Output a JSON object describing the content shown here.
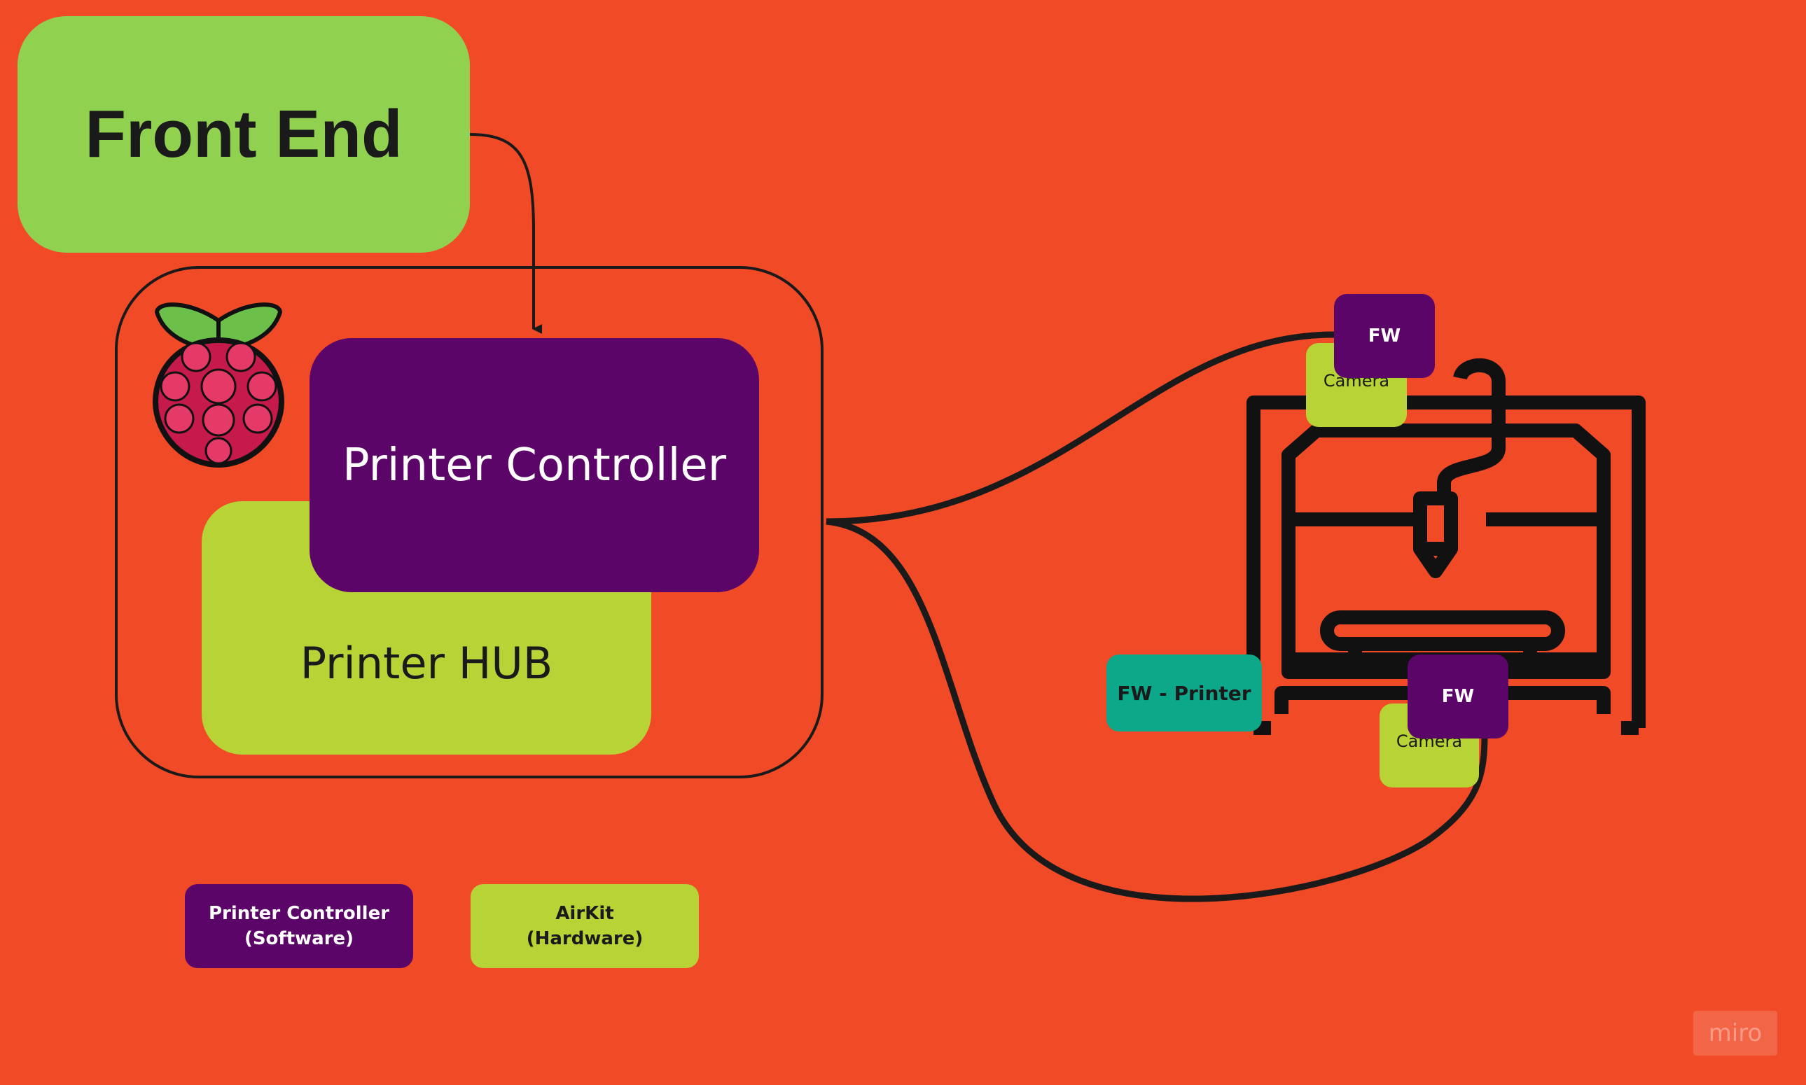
{
  "diagram": {
    "front_end": "Front End",
    "printer_controller": "Printer Controller",
    "printer_hub": "Printer HUB",
    "fw_top": "FW",
    "camera_top": "Camera",
    "fw_printer": "FW - Printer",
    "fw_bottom": "FW",
    "camera_bottom": "Camera"
  },
  "legend": {
    "software_line1": "Printer Controller",
    "software_line2": "(Software)",
    "hardware_line1": "AirKit",
    "hardware_line2": "(Hardware)"
  },
  "watermark": "miro",
  "colors": {
    "background": "#F14A27",
    "front_end": "#90D250",
    "airkit": "#B7D335",
    "software": "#5B0569",
    "fw_printer": "#0DA88A",
    "line": "#1A1A1A"
  },
  "icons": [
    "raspberry-pi-icon",
    "3d-printer-icon"
  ]
}
